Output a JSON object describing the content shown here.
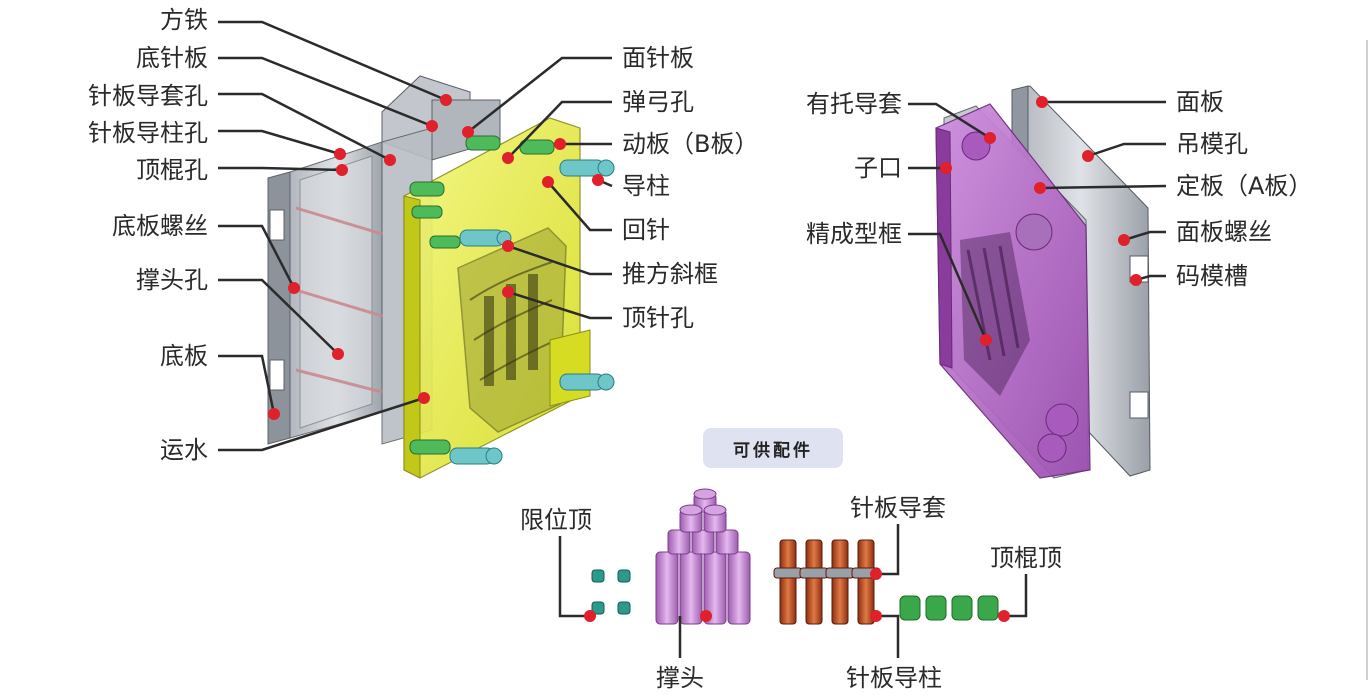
{
  "left_labels": [
    "方铁",
    "底针板",
    "针板导套孔",
    "针板导柱孔",
    "顶棍孔",
    "底板螺丝",
    "撑头孔",
    "底板",
    "运水"
  ],
  "center_labels": [
    "面针板",
    "弹弓孔",
    "动板（B板）",
    "导柱",
    "回针",
    "推方斜框",
    "顶针孔"
  ],
  "right_left_labels": [
    "有托导套",
    "子口",
    "精成型框"
  ],
  "right_labels": [
    "面板",
    "吊模孔",
    "定板（A板）",
    "面板螺丝",
    "码模槽"
  ],
  "accessories_title": "可供配件",
  "accessory_labels": [
    "限位顶",
    "针板导套",
    "顶棍顶",
    "撑头",
    "针板导柱"
  ],
  "colors": {
    "marker": "#e0202a",
    "yellow_plate": "#e8ee3a",
    "purple_plate": "#b26cc4",
    "gray_plate": "#c8ccd2",
    "copper_pin": "#c4552a",
    "green_pin": "#3aa84a",
    "teal_pin": "#2a9a8a",
    "leader_line": "#2b2b2b"
  }
}
